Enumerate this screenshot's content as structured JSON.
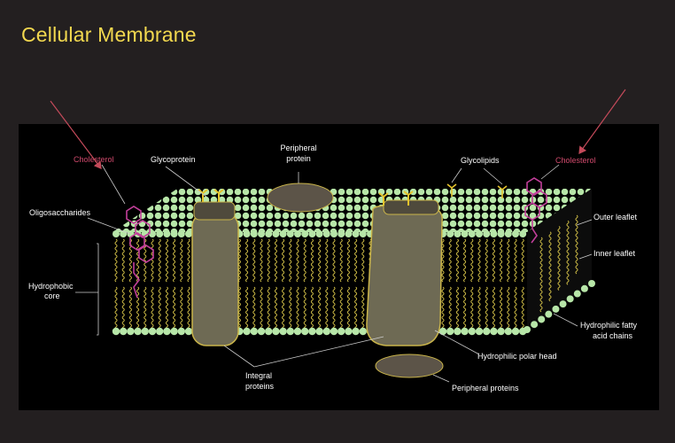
{
  "slide": {
    "title": "Cellular Membrane"
  },
  "colors": {
    "background": "#231f20",
    "panel": "#000000",
    "title": "#f2d84f",
    "polar_head": "#b7e6a8",
    "tail": "#d9c64a",
    "protein": "#6a6550",
    "protein_outline": "#c9b44a",
    "cholesterol": "#c23f9a",
    "cholesterol_label": "#d04a6c",
    "arrow": "#c44a5a"
  },
  "labels": {
    "cholesterol_left": "Cholesterol",
    "cholesterol_right": "Cholesterol",
    "glycoprotein": "Glycoprotein",
    "peripheral_protein_line1": "Peripheral",
    "peripheral_protein_line2": "protein",
    "glycolipids": "Glycolipids",
    "oligosaccharides": "Oligosaccharides",
    "outer_leaflet": "Outer leaflet",
    "inner_leaflet": "Inner leaflet",
    "hydrophobic_core_line1": "Hydrophobic",
    "hydrophobic_core_line2": "core",
    "hydrophilic_fatty_line1": "Hydrophilic fatty",
    "hydrophilic_fatty_line2": "acid chains",
    "hydrophilic_polar_head": "Hydrophilic polar head",
    "integral_proteins_line1": "Integral",
    "integral_proteins_line2": "proteins",
    "peripheral_proteins": "Peripheral proteins"
  }
}
